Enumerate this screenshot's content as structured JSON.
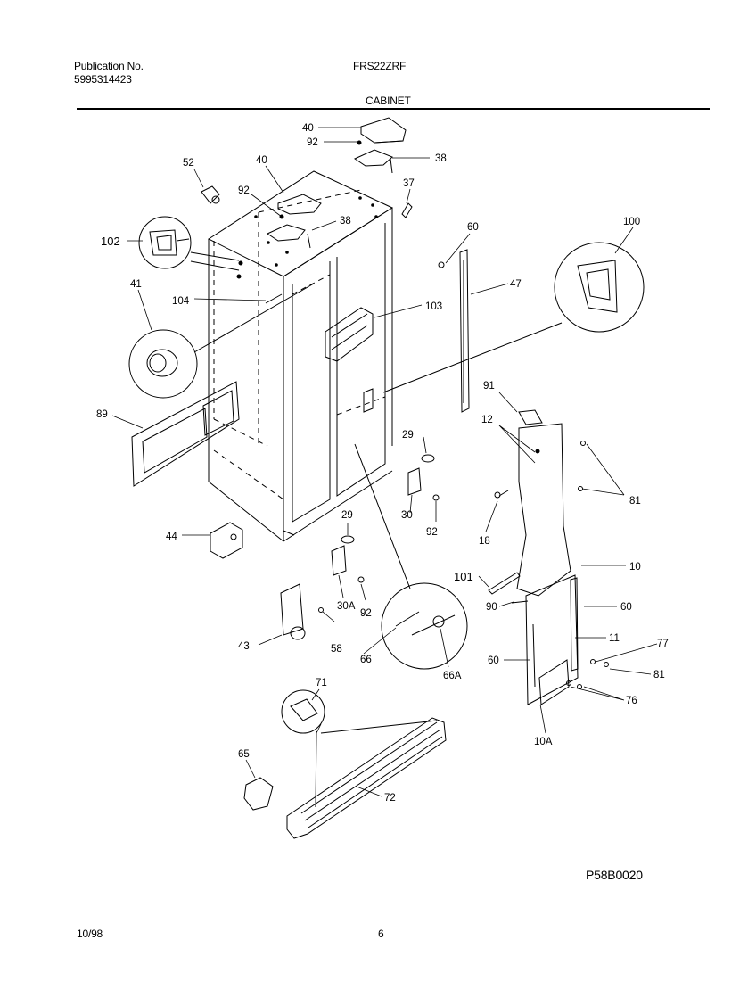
{
  "header": {
    "publication_label": "Publication No.",
    "publication_number": "5995314423",
    "model": "FRS22ZRF",
    "section_title": "CABINET"
  },
  "callouts": {
    "c40a": "40",
    "c92a": "92",
    "c38a": "38",
    "c52": "52",
    "c40b": "40",
    "c92b": "92",
    "c37": "37",
    "c38b": "38",
    "c102": "102",
    "c60a": "60",
    "c100": "100",
    "c41": "41",
    "c47": "47",
    "c104": "104",
    "c103": "103",
    "c91": "91",
    "c89": "89",
    "c12": "12",
    "c29a": "29",
    "c81a": "81",
    "c30": "30",
    "c92c": "92",
    "c18": "18",
    "c29b": "29",
    "c44": "44",
    "c10": "10",
    "c101": "101",
    "c30a": "30A",
    "c92d": "92",
    "c60b": "60",
    "c90": "90",
    "c11": "11",
    "c43": "43",
    "c58": "58",
    "c60c": "60",
    "c77": "77",
    "c66": "66",
    "c66a": "66A",
    "c81b": "81",
    "c71": "71",
    "c76": "76",
    "c10a": "10A",
    "c65": "65",
    "c72": "72"
  },
  "footer": {
    "diagram_code": "P58B0020",
    "date": "10/98",
    "page": "6"
  }
}
